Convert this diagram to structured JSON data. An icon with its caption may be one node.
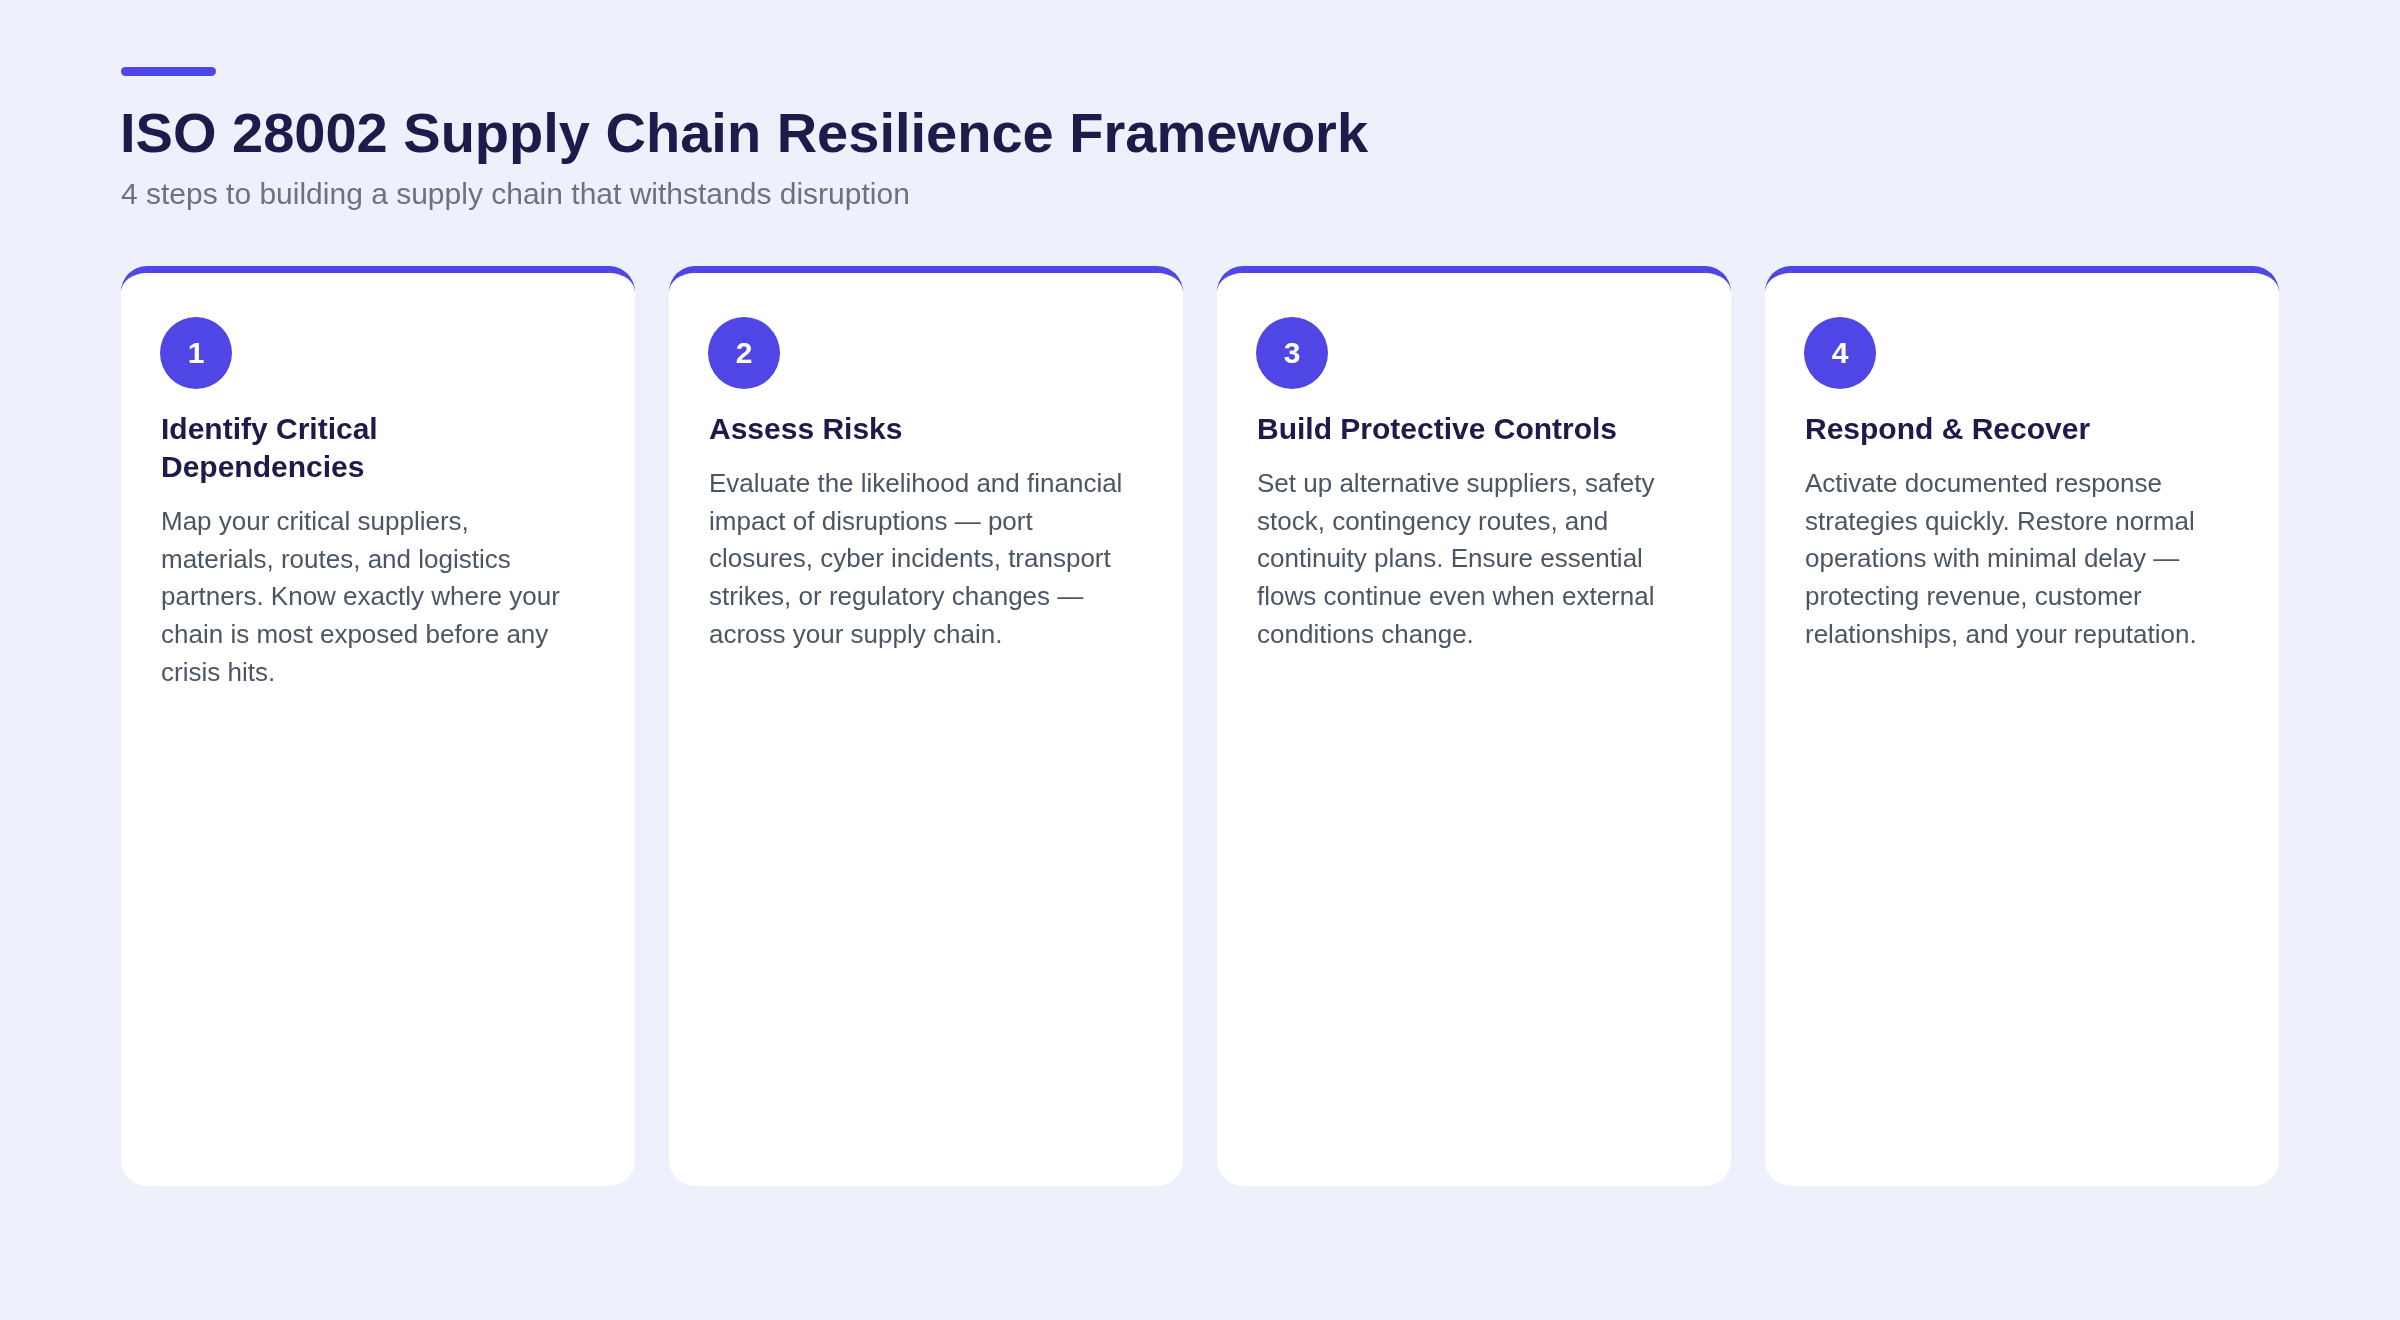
{
  "diagram": {
    "title": "ISO 28002 Supply Chain Resilience Framework",
    "nodes": [
      {
        "text": [
          "Identify Critical Dependencies",
          "Map your critical suppliers, materials, routes, and logistics partners. Know exactly where your chain is most exposed before any crisis hits."
        ]
      },
      {
        "text": [
          "1"
        ],
        "in": 0
      },
      {
        "text": [
          "Assess Risks",
          "Evaluate the likelihood and financial impact of disruptions — port closures, cyber incidents, transport strikes, or regulatory changes — across your supply chain."
        ]
      },
      {
        "text": [
          "2"
        ],
        "in": 2
      },
      {
        "text": [
          "Build Protective Controls",
          "Set up alternative suppliers, safety stock, contingency routes, and continuity plans. Ensure essential flows continue even when external conditions change."
        ]
      },
      {
        "text": [
          "3"
        ],
        "in": 4
      },
      {
        "text": [
          "Respond & Recover",
          "Activate documented response strategies quickly. Restore normal operations with minimal delay — protecting revenue, customer relationships, and your reputation."
        ]
      },
      {
        "text": [
          "4"
        ],
        "in": 6
      }
    ],
    "labels": [
      "4 steps to building a supply chain that withstands disruption"
    ]
  }
}
